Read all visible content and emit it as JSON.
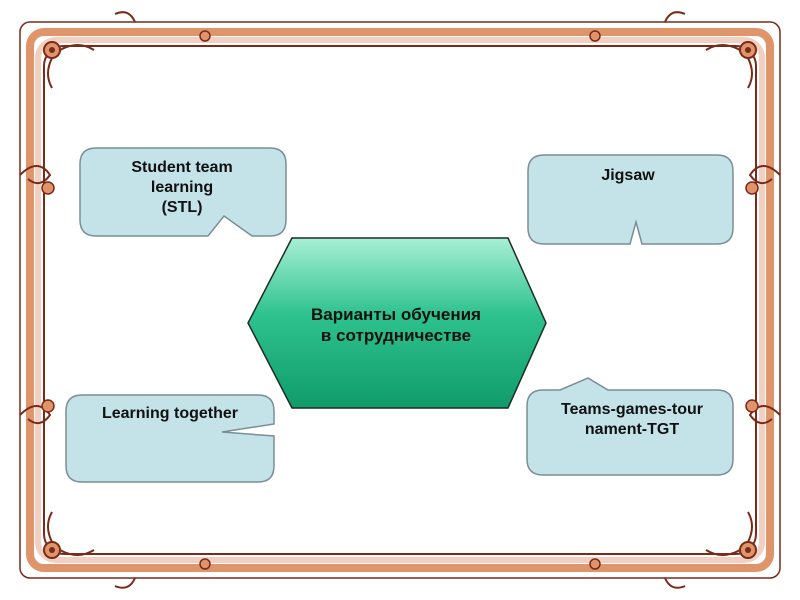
{
  "center": {
    "text": "Варианты обучения\nв сотрудничестве",
    "gradient_light": "#a8f0d6",
    "gradient_dark": "#109c6a"
  },
  "callouts": {
    "stl": "Student team\nlearning\n(STL)",
    "jigsaw": "Jigsaw",
    "together": "Learning together",
    "tgt": "Teams-games-tour\nnament-TGT"
  },
  "colors": {
    "callout_fill": "#c4e3e9",
    "callout_stroke": "#7a8e94",
    "frame_dark": "#7a2a18",
    "frame_orange": "#e0946a",
    "frame_pink": "#f3cfc2"
  }
}
